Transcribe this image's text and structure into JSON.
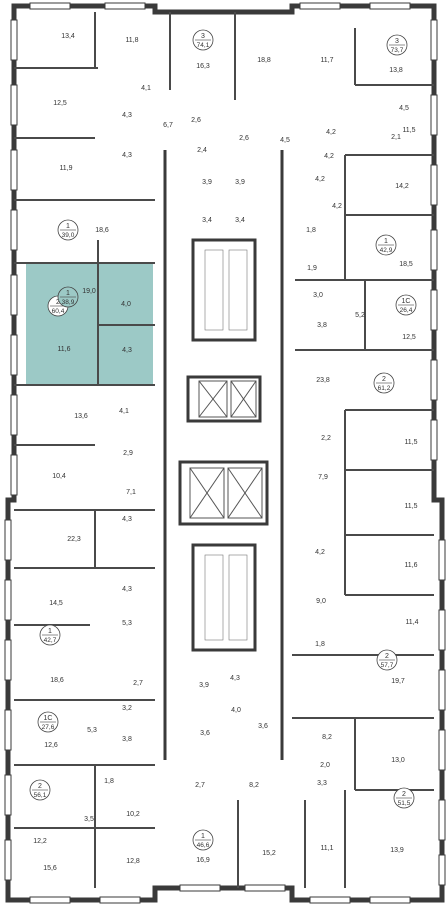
{
  "colors": {
    "wall": "#3a3a3a",
    "inner_wall": "#7a7a7a",
    "highlight": "#9cc9c6",
    "circle_fill": "#ffffff",
    "background": "#ffffff"
  },
  "selected_apartment": {
    "rooms": "1",
    "area": "38,9"
  },
  "apartments": [
    {
      "rooms": "3",
      "area": "74,1"
    },
    {
      "rooms": "3",
      "area": "73,7"
    },
    {
      "rooms": "1",
      "area": "39,0"
    },
    {
      "rooms": "1",
      "area": "42,9"
    },
    {
      "rooms": "1С",
      "area": "26,4"
    },
    {
      "rooms": "2",
      "area": "61,2"
    },
    {
      "rooms": "2",
      "area": "60,4"
    },
    {
      "rooms": "1",
      "area": "42,7"
    },
    {
      "rooms": "2",
      "area": "57,7"
    },
    {
      "rooms": "1С",
      "area": "27,6"
    },
    {
      "rooms": "2",
      "area": "56,1"
    },
    {
      "rooms": "2",
      "area": "51,5"
    },
    {
      "rooms": "1",
      "area": "46,6"
    }
  ],
  "room_areas": [
    "13,4",
    "11,8",
    "16,3",
    "18,8",
    "11,7",
    "13,8",
    "4,1",
    "12,5",
    "4,3",
    "6,7",
    "2,6",
    "2,6",
    "4,5",
    "4,5",
    "11,5",
    "4,2",
    "2,1",
    "4,2",
    "2,4",
    "11,9",
    "4,3",
    "3,9",
    "3,9",
    "4,2",
    "14,2",
    "18,6",
    "3,4",
    "3,4",
    "1,8",
    "4,2",
    "18,5",
    "19,0",
    "1,9",
    "3,0",
    "4,0",
    "5,2",
    "11,6",
    "3,8",
    "12,5",
    "4,3",
    "23,8",
    "13,6",
    "4,1",
    "2,2",
    "11,5",
    "2,9",
    "10,4",
    "7,9",
    "7,1",
    "11,5",
    "22,3",
    "4,3",
    "4,2",
    "11,6",
    "14,5",
    "4,3",
    "9,0",
    "5,3",
    "11,4",
    "18,6",
    "1,8",
    "2,7",
    "3,9",
    "4,3",
    "19,7",
    "4,0",
    "12,6",
    "5,3",
    "3,2",
    "3,8",
    "3,6",
    "3,6",
    "8,2",
    "2,0",
    "13,0",
    "1,8",
    "3,5",
    "10,2",
    "2,7",
    "8,2",
    "3,3",
    "12,2",
    "16,9",
    "15,2",
    "11,1",
    "13,9",
    "15,6",
    "12,8"
  ]
}
